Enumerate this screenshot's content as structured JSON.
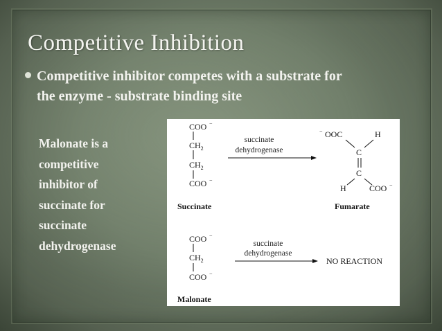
{
  "slide": {
    "title": "Competitive Inhibition",
    "bullet": {
      "line1": "Competitive inhibitor competes with a substrate for",
      "line2": "the enzyme - substrate binding site"
    },
    "side_lines": [
      "Malonate is a",
      "competitive",
      "inhibitor of",
      "succinate for",
      "succinate",
      "dehydrogenase"
    ]
  },
  "diagram": {
    "reaction1": {
      "substrate_label": "Succinate",
      "product_label": "Fumarate",
      "enzyme_line1": "succinate",
      "enzyme_line2": "dehydrogenase",
      "coo_top": "COO",
      "ch2": "CH",
      "sub2": "2",
      "coo_bottom": "COO",
      "minus": "−",
      "fum_ooc": "OOC",
      "fum_h": "H",
      "fum_c": "C",
      "fum_coo": "COO"
    },
    "reaction2": {
      "inhibitor_label": "Malonate",
      "enzyme_line1": "succinate",
      "enzyme_line2": "dehydrogenase",
      "result": "NO REACTION",
      "coo_top": "COO",
      "ch2": "CH",
      "sub2": "2",
      "coo_bottom": "COO",
      "minus": "−"
    }
  }
}
